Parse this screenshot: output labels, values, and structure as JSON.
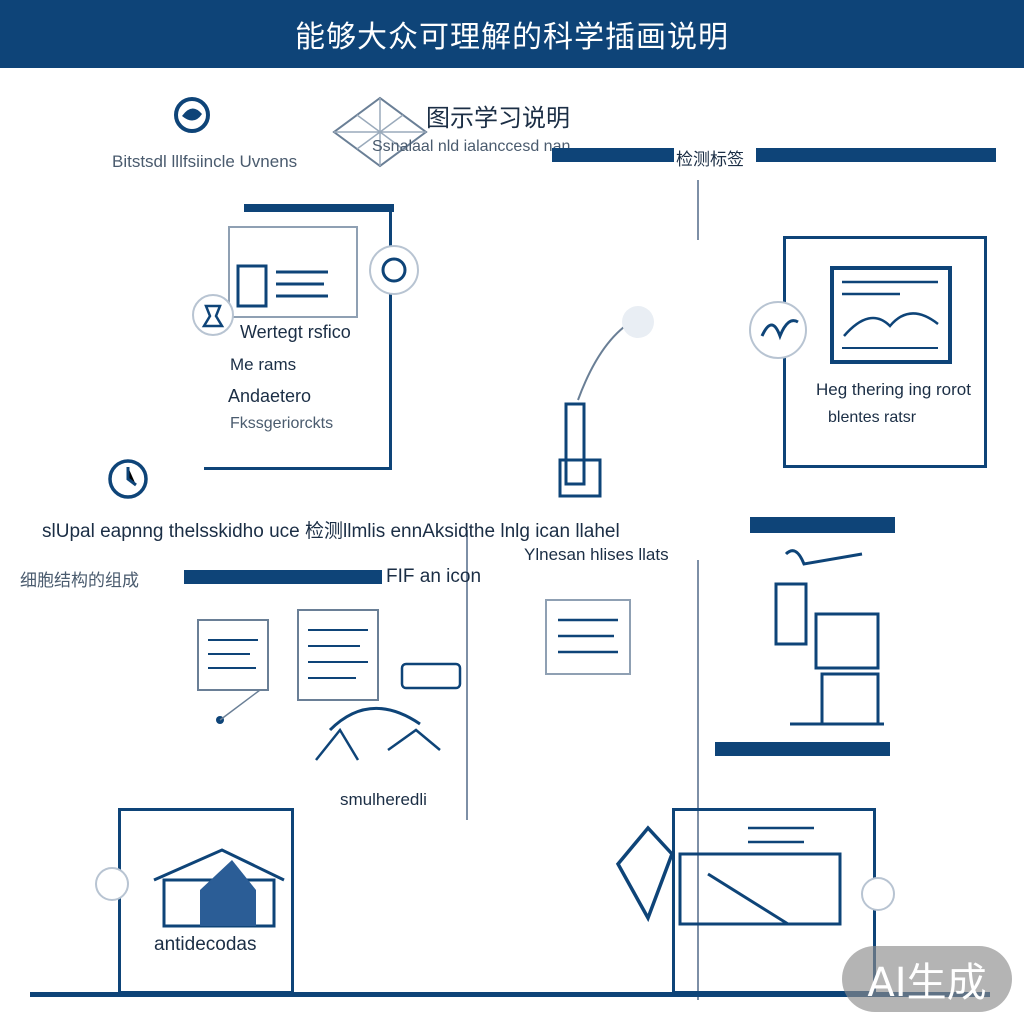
{
  "header": {
    "title": "能够大众可理解的科学插画说明"
  },
  "top_section": {
    "heading": "图示学习说明",
    "subtitle_left": "Bitstsdl lllfsiincle Uvnens",
    "subtitle_mid": "Ssnalaal nld ialanccesd nan",
    "bar_label": "检测标签"
  },
  "left_panel": {
    "items": [
      "Wertegt rsfico",
      "Me rams",
      "Andaetero",
      "Fkssgeriorckts"
    ]
  },
  "right_panel": {
    "line1": "Heg thering ing rorot",
    "line2": "blentes ratsr"
  },
  "middle_section": {
    "long_line": "slUpal eapnng thelsskidho uce 检测llmlis ennAksidthe lnlg ican llahel",
    "sub_line": "Ylnesan hlises llats",
    "label_left": "细胞结构的组成",
    "label_right": "FIF an icon",
    "caption_center": "smulheredli"
  },
  "bottom_left": {
    "label": "antidecodas"
  },
  "watermark": {
    "label": "AI生成"
  },
  "colors": {
    "primary": "#0e4478",
    "text": "#1b2e45",
    "line": "#7d8fa6"
  }
}
